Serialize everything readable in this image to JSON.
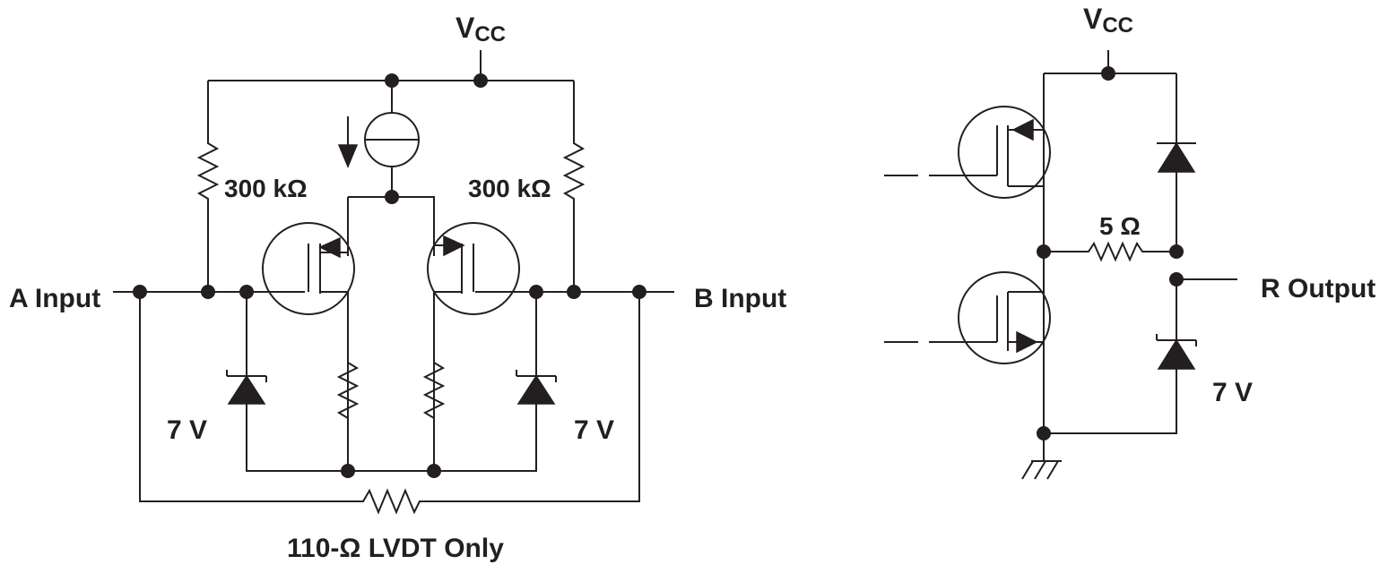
{
  "labels": {
    "vcc_left_main": "V",
    "vcc_left_sub": "CC",
    "vcc_right_main": "V",
    "vcc_right_sub": "CC",
    "res_left": "300 kΩ",
    "res_right": "300 kΩ",
    "a_input": "A Input",
    "b_input": "B Input",
    "zener_left": "7 V",
    "zener_right": "7 V",
    "termination": "110-Ω LVDT Only",
    "res_5ohm": "5 Ω",
    "r_output": "R Output",
    "zener_out": "7 V"
  }
}
